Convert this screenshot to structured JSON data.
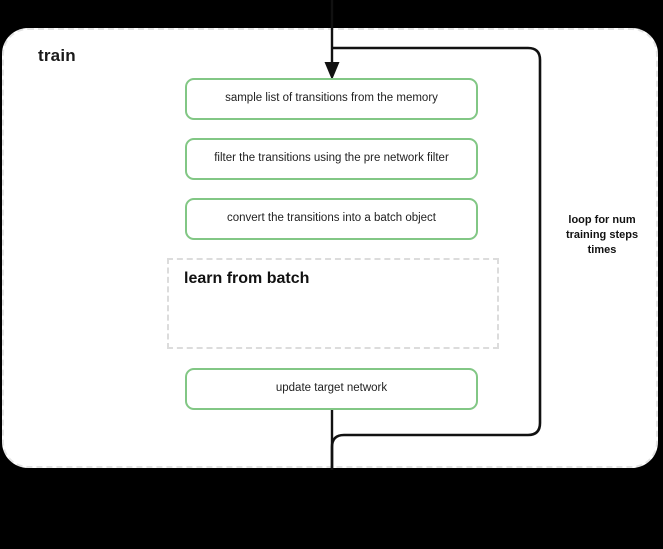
{
  "diagram": {
    "title": "train",
    "background_color": "#000000",
    "panel_color": "#ffffff",
    "accent_color": "#82c785",
    "dashed_border_color": "#dcdcdc",
    "line_color": "#111111"
  },
  "nodes": {
    "sample": {
      "label": "sample list of transitions from the memory",
      "style": "green-rounded"
    },
    "filter": {
      "label": "filter the transitions using the pre network filter",
      "style": "green-rounded"
    },
    "convert": {
      "label": "convert the transitions into a batch object",
      "style": "green-rounded"
    },
    "update": {
      "label": "update target network",
      "style": "green-rounded"
    },
    "learn": {
      "label": "learn from batch",
      "style": "dashed-subgraph"
    }
  },
  "edges": {
    "loop_caption_line_1": "loop for num",
    "loop_caption_line_2": "training steps",
    "loop_caption_line_3": "times",
    "loop_caption": "loop for num training steps times"
  },
  "icons": {
    "entry_arrow": "arrow-down-icon",
    "loop_path": "loop-back-path-icon"
  }
}
